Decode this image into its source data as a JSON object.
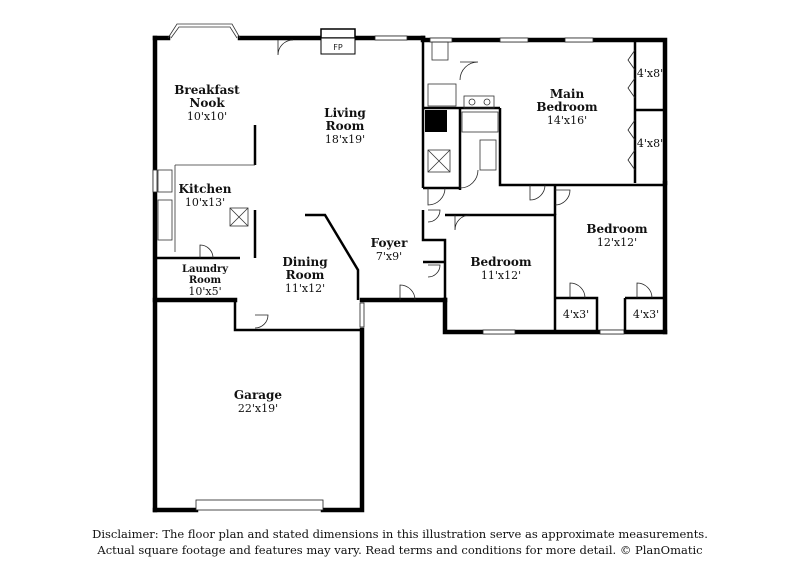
{
  "rooms": {
    "breakfast_nook": {
      "name_line1": "Breakfast",
      "name_line2": "Nook",
      "dims": "10'x10'"
    },
    "living_room": {
      "name_line1": "Living",
      "name_line2": "Room",
      "dims": "18'x19'"
    },
    "main_bedroom": {
      "name_line1": "Main",
      "name_line2": "Bedroom",
      "dims": "14'x16'"
    },
    "kitchen": {
      "name": "Kitchen",
      "dims": "10'x13'"
    },
    "laundry_room": {
      "name_line1": "Laundry",
      "name_line2": "Room",
      "dims": "10'x5'"
    },
    "dining_room": {
      "name_line1": "Dining",
      "name_line2": "Room",
      "dims": "11'x12'"
    },
    "foyer": {
      "name": "Foyer",
      "dims": "7'x9'"
    },
    "bedroom_center": {
      "name": "Bedroom",
      "dims": "11'x12'"
    },
    "bedroom_right": {
      "name": "Bedroom",
      "dims": "12'x12'"
    },
    "garage": {
      "name": "Garage",
      "dims": "22'x19'"
    }
  },
  "closets": {
    "main_closet_1": "4'x8'",
    "main_closet_2": "4'x8'",
    "closet_left": "4'x3'",
    "closet_right": "4'x3'"
  },
  "fireplace": "FP",
  "disclaimer": {
    "line1": "Disclaimer: The floor plan and stated dimensions in this illustration serve as approximate measurements.",
    "line2": "Actual square footage and features may vary. Read terms and conditions for more detail. © PlanOmatic"
  }
}
